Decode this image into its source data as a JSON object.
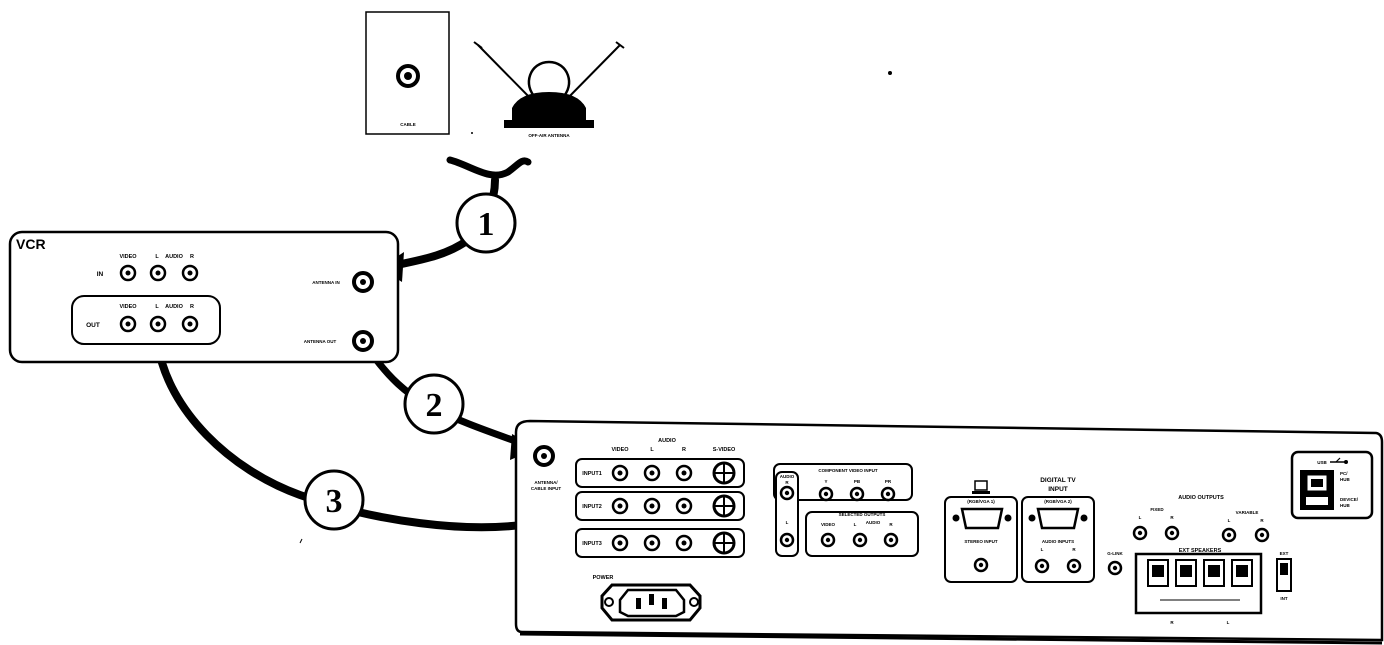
{
  "sources": {
    "cable_label": "CABLE",
    "antenna_label": "OFF-AIR ANTENNA"
  },
  "vcr": {
    "title": "VCR",
    "in_label": "IN",
    "out_label": "OUT",
    "video_label": "VIDEO",
    "l_label": "L",
    "audio_label": "AUDIO",
    "r_label": "R",
    "antenna_in_label": "ANTENNA IN",
    "antenna_out_label": "ANTENNA OUT"
  },
  "steps": [
    "1",
    "2",
    "3"
  ],
  "tv": {
    "antenna_input_label_1": "ANTENNA/",
    "antenna_input_label_2": "CABLE INPUT",
    "video_label": "VIDEO",
    "audio_label": "AUDIO",
    "l_label": "L",
    "r_label": "R",
    "svideo_label": "S-VIDEO",
    "inputs": [
      "INPUT1",
      "INPUT2",
      "INPUT3"
    ],
    "component_label": "COMPONENT VIDEO INPUT",
    "comp_audio_label": "AUDIO",
    "comp_r_label": "R",
    "comp_l_label": "L",
    "comp_y": "Y",
    "comp_pb": "PB",
    "comp_pr": "PR",
    "selected_outputs_label": "SELECTED OUTPUTS",
    "sel_video_label": "VIDEO",
    "sel_l_label": "L",
    "sel_audio_label": "AUDIO",
    "sel_r_label": "R",
    "power_label": "POWER",
    "rgb1_label": "(RGB/VGA 1)",
    "stereo_input_label": "STEREO INPUT",
    "digital_tv_label_1": "DIGITAL TV",
    "digital_tv_label_2": "INPUT",
    "rgb2_label": "(RGB/VGA 2)",
    "audio_inputs_label": "AUDIO INPUTS",
    "ai_l": "L",
    "ai_r": "R",
    "glink_label": "G-LINK",
    "audio_outputs_label": "AUDIO OUTPUTS",
    "fixed_label": "FIXED",
    "variable_label": "VARIABLE",
    "fixed_l": "L",
    "fixed_r": "R",
    "var_l": "L",
    "var_r": "R",
    "ext_speakers_label": "EXT SPEAKERS",
    "spk_r": "R",
    "spk_l": "L",
    "usb_label": "USB",
    "pc_hub_label_1": "PC/",
    "pc_hub_label_2": "HUB",
    "device_hub_label_1": "DEVICE/",
    "device_hub_label_2": "HUB",
    "ext_label": "EXT",
    "int_label": "INT"
  }
}
